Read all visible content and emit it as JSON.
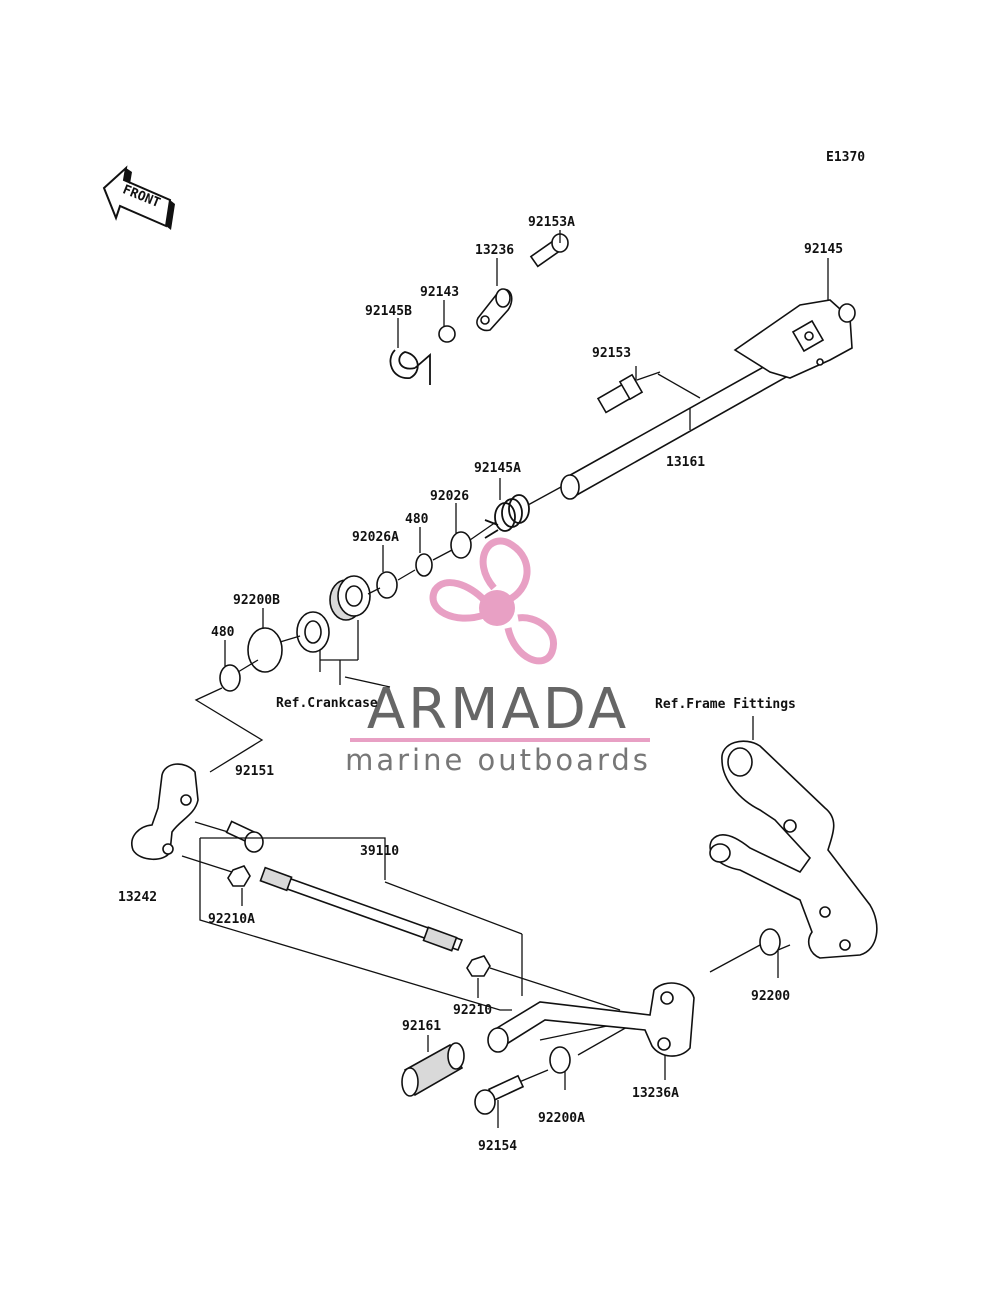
{
  "diagram_code": "E1370",
  "front_arrow_label": "FRONT",
  "watermark": {
    "title": "ARMADA",
    "subtitle": "marine outboards",
    "accent_color": "#e8a0c4",
    "text_color": "#707070"
  },
  "refs": {
    "crankcase": "Ref.Crankcase",
    "frame": "Ref.Frame Fittings"
  },
  "parts": {
    "p92153A": "92153A",
    "p13236": "13236",
    "p92143": "92143",
    "p92145B": "92145B",
    "p92145": "92145",
    "p92153": "92153",
    "p13161": "13161",
    "p92145A": "92145A",
    "p92026": "92026",
    "p480a": "480",
    "p92026A": "92026A",
    "p92200B": "92200B",
    "p480b": "480",
    "p92151": "92151",
    "p13242": "13242",
    "p39110": "39110",
    "p92210A": "92210A",
    "p92210": "92210",
    "p92200": "92200",
    "p92161": "92161",
    "p13236A": "13236A",
    "p92200A": "92200A",
    "p92154": "92154"
  }
}
